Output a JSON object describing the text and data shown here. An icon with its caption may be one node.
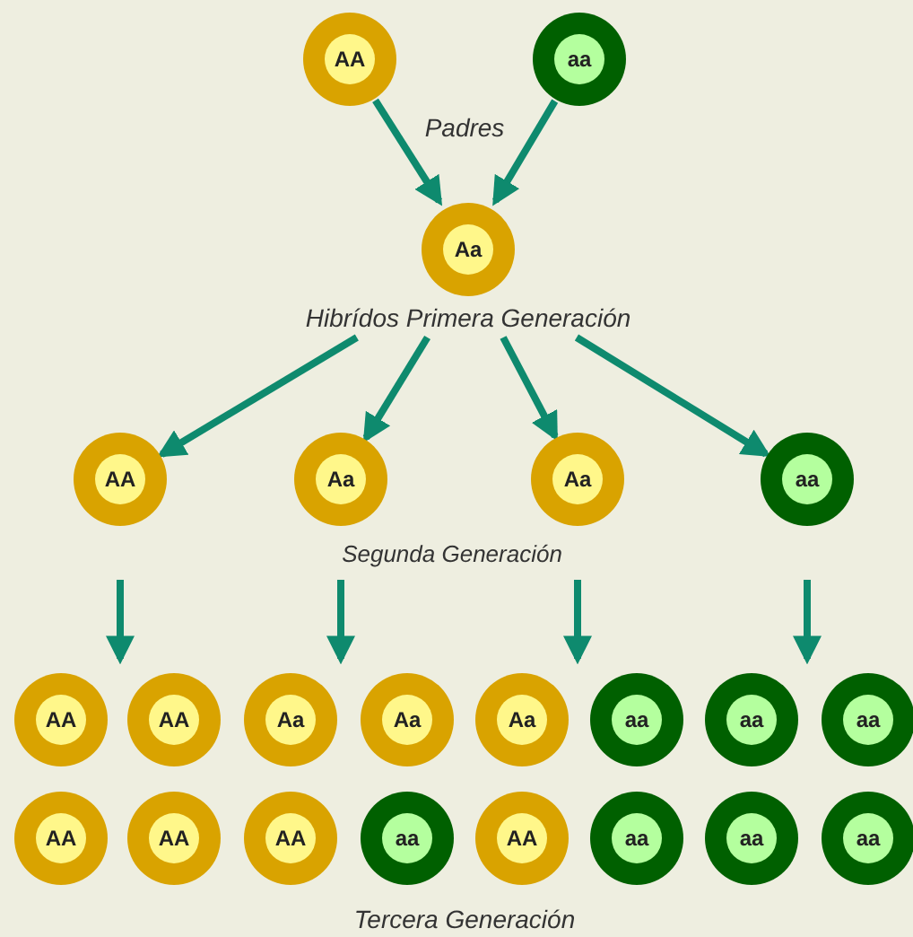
{
  "diagram": {
    "nodes": [
      {
        "text": [
          "AA"
        ]
      },
      {
        "text": [
          "aa"
        ]
      },
      {
        "text": [
          "Aa",
          "Hibrídos Primera Generación"
        ]
      },
      {
        "text": [
          "AA"
        ]
      },
      {
        "text": [
          "Aa"
        ]
      },
      {
        "text": [
          "Aa"
        ]
      },
      {
        "text": [
          "aa"
        ]
      },
      {
        "text": [
          "AA"
        ]
      },
      {
        "text": [
          "AA"
        ]
      },
      {
        "text": [
          "Aa"
        ]
      },
      {
        "text": [
          "Aa"
        ]
      },
      {
        "text": [
          "Aa"
        ]
      },
      {
        "text": [
          "aa"
        ]
      },
      {
        "text": [
          "aa"
        ]
      },
      {
        "text": [
          "aa"
        ]
      },
      {
        "text": [
          "AA"
        ]
      },
      {
        "text": [
          "AA"
        ]
      },
      {
        "text": [
          "AA"
        ]
      },
      {
        "text": [
          "aa"
        ]
      },
      {
        "text": [
          "AA"
        ]
      },
      {
        "text": [
          "aa"
        ]
      },
      {
        "text": [
          "aa"
        ]
      },
      {
        "text": [
          "aa"
        ]
      }
    ],
    "edges": [
      {
        "from": 0,
        "to": 2,
        "arrow": "to"
      },
      {
        "from": 1,
        "to": 2,
        "arrow": "to"
      },
      {
        "from": 2,
        "to": 3,
        "arrow": "to"
      },
      {
        "from": 2,
        "to": 4,
        "arrow": "to"
      },
      {
        "from": 2,
        "to": 5,
        "arrow": "to"
      },
      {
        "from": 2,
        "to": 6,
        "arrow": "to"
      },
      {
        "from": 3,
        "to": 7,
        "arrow": "to"
      },
      {
        "from": 4,
        "to": 9,
        "arrow": "to"
      },
      {
        "from": 5,
        "to": 11,
        "arrow": "to"
      },
      {
        "from": 6,
        "to": 13,
        "arrow": "to"
      }
    ],
    "labels": [
      "Padres",
      "Segunda Generación",
      "Tercera Generación"
    ]
  }
}
